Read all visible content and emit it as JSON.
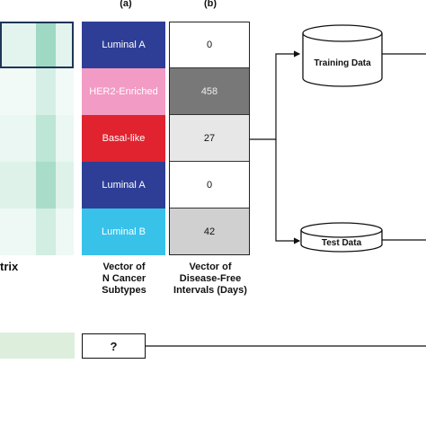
{
  "panel_labels": {
    "a": "(a)",
    "b": "(b)"
  },
  "matrix": {
    "partial_label": "trix"
  },
  "subtypes": {
    "caption": [
      "Vector of",
      "N Cancer",
      "Subtypes"
    ],
    "items": [
      {
        "label": "Luminal A",
        "color": "#2e3e96"
      },
      {
        "label": "HER2-Enriched",
        "color": "#f29bc4"
      },
      {
        "label": "Basal-like",
        "color": "#e0232e"
      },
      {
        "label": "Luminal A",
        "color": "#2e3e96"
      },
      {
        "label": "Luminal B",
        "color": "#38c2ea"
      }
    ]
  },
  "intervals": {
    "caption": [
      "Vector of",
      "Disease-Free",
      "Intervals (Days)"
    ],
    "items": [
      {
        "value": "0",
        "fill": 0.0
      },
      {
        "value": "458",
        "fill": 1.0
      },
      {
        "value": "27",
        "fill": 0.18
      },
      {
        "value": "0",
        "fill": 0.0
      },
      {
        "value": "42",
        "fill": 0.35
      }
    ]
  },
  "datasets": {
    "training": "Training Data",
    "test": "Test Data"
  },
  "unknown": {
    "label": "?"
  }
}
